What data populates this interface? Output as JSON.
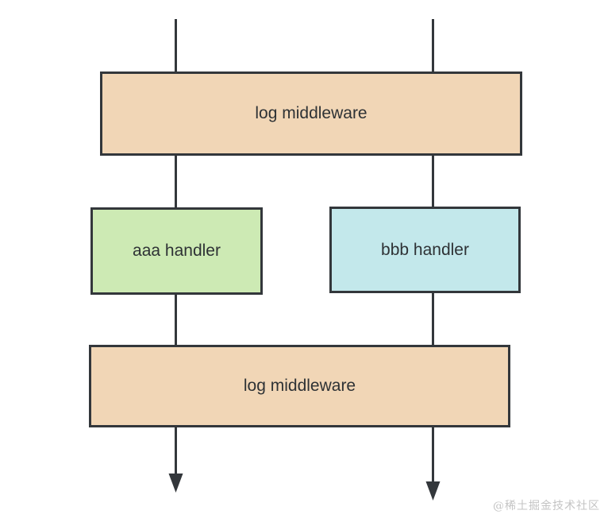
{
  "diagram": {
    "nodes": [
      {
        "id": "log-middleware-top",
        "label": "log middleware",
        "fill": "#f1d6b6"
      },
      {
        "id": "aaa-handler",
        "label": "aaa handler",
        "fill": "#cdeab4"
      },
      {
        "id": "bbb-handler",
        "label": "bbb handler",
        "fill": "#c3e8eb"
      },
      {
        "id": "log-middleware-bottom",
        "label": "log middleware",
        "fill": "#f1d6b6"
      }
    ]
  },
  "watermark": {
    "text": "@稀土掘金技术社区"
  },
  "colors": {
    "background": "#ffffff",
    "line": "#33373b",
    "node_border": "#33373b",
    "text": "#2e3235",
    "watermark": "#c4c4c4"
  }
}
